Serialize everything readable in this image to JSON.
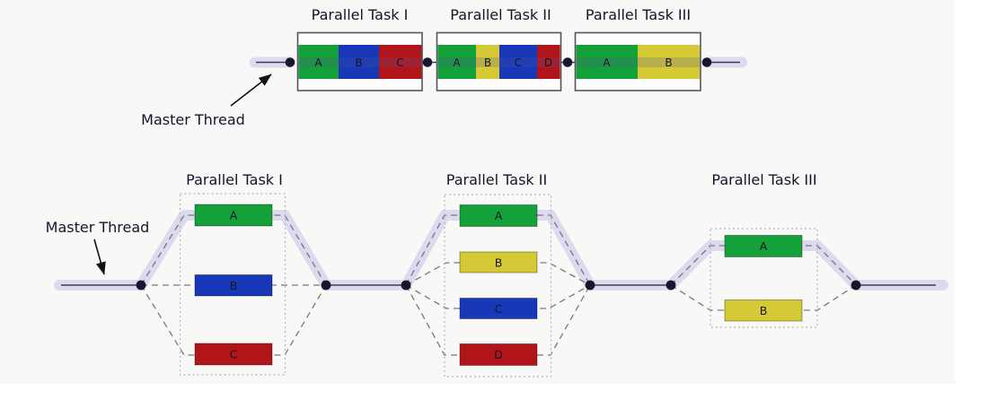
{
  "colors": {
    "green": "#15a139",
    "blue": "#1838b8",
    "red": "#b11519",
    "yellow": "#d5ca35",
    "tube": "#ded9ee",
    "node": "#16162c",
    "master_line": "#3c3c50",
    "dashed": "#777777",
    "box_border": "#55555f",
    "dotted_border": "#b5b5b5",
    "canvas_background": "#f8f8f7",
    "text": "#15152a"
  },
  "top_diagram": {
    "master_thread_label": "Master Thread",
    "tasks": [
      {
        "title": "Parallel Task I",
        "segments": [
          {
            "label": "A",
            "color": "green"
          },
          {
            "label": "B",
            "color": "blue"
          },
          {
            "label": "C",
            "color": "red"
          }
        ]
      },
      {
        "title": "Parallel Task II",
        "segments": [
          {
            "label": "A",
            "color": "green"
          },
          {
            "label": "B",
            "color": "yellow"
          },
          {
            "label": "C",
            "color": "blue"
          },
          {
            "label": "D",
            "color": "red"
          }
        ]
      },
      {
        "title": "Parallel Task III",
        "segments": [
          {
            "label": "A",
            "color": "green"
          },
          {
            "label": "B",
            "color": "yellow"
          }
        ]
      }
    ]
  },
  "bottom_diagram": {
    "master_thread_label": "Master Thread",
    "tasks": [
      {
        "title": "Parallel Task I",
        "blocks": [
          {
            "label": "A",
            "color": "green"
          },
          {
            "label": "B",
            "color": "blue"
          },
          {
            "label": "C",
            "color": "red"
          }
        ]
      },
      {
        "title": "Parallel Task II",
        "blocks": [
          {
            "label": "A",
            "color": "green"
          },
          {
            "label": "B",
            "color": "yellow"
          },
          {
            "label": "C",
            "color": "blue"
          },
          {
            "label": "D",
            "color": "red"
          }
        ]
      },
      {
        "title": "Parallel Task III",
        "blocks": [
          {
            "label": "A",
            "color": "green"
          },
          {
            "label": "B",
            "color": "yellow"
          }
        ]
      }
    ]
  }
}
